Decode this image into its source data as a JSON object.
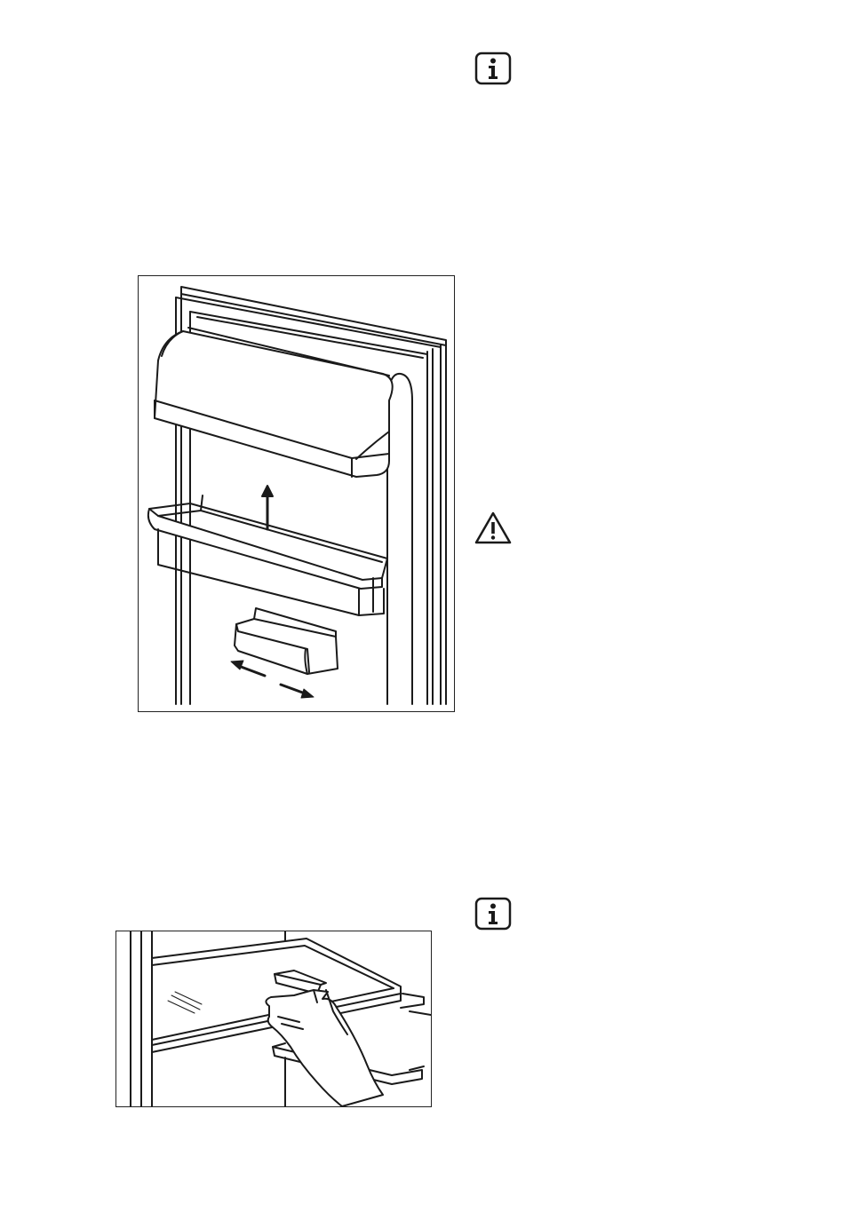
{
  "page": {
    "background": "#ffffff",
    "line_color": "#1a1a1a"
  },
  "icons": [
    {
      "name": "info-icon",
      "glyph": "i"
    },
    {
      "name": "warning-icon",
      "glyph": "!"
    },
    {
      "name": "info-icon",
      "glyph": "i"
    }
  ],
  "figures": [
    {
      "name": "door-shelf-illustration",
      "depicts": "door-balcony-lift-and-slide"
    },
    {
      "name": "glass-shelf-illustration",
      "depicts": "hand-removing-shelf"
    }
  ]
}
